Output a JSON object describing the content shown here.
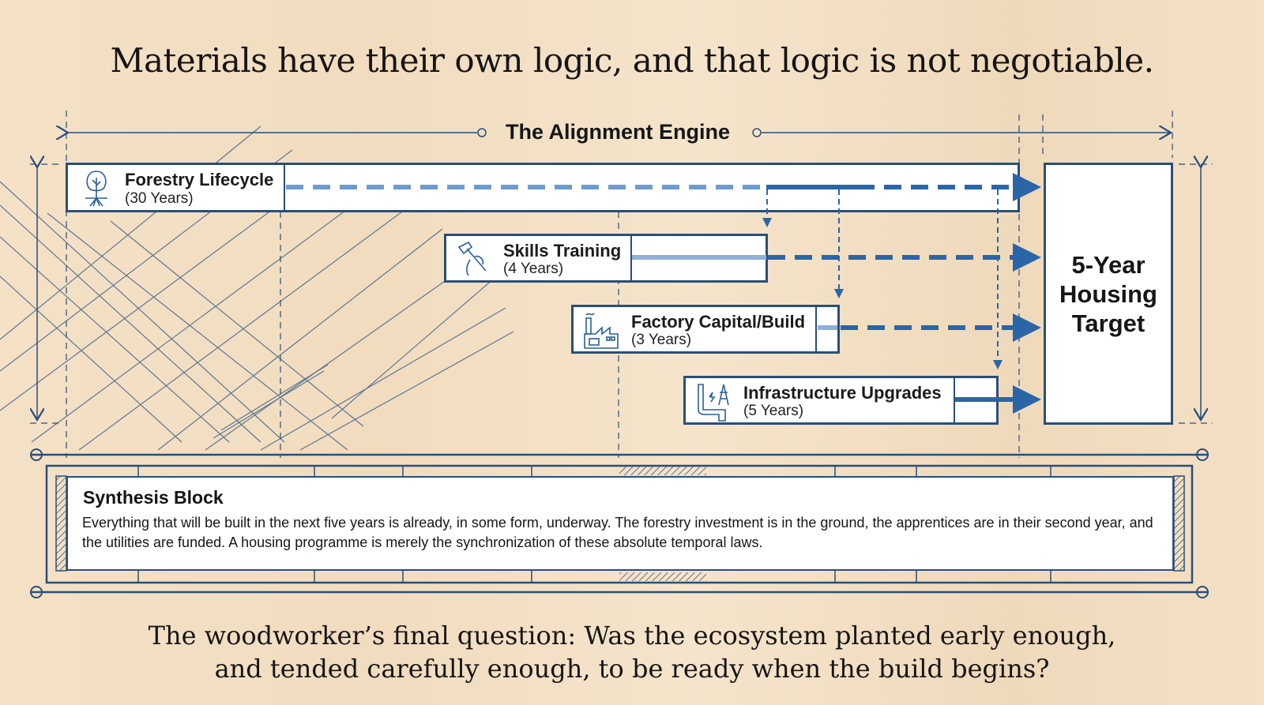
{
  "title": "Materials have their own logic, and that logic is not negotiable.",
  "engine_label": "The Alignment Engine",
  "streams": [
    {
      "name": "Forestry Lifecycle",
      "duration": "(30 Years)",
      "icon": "tree-roots-icon"
    },
    {
      "name": "Skills Training",
      "duration": "(4 Years)",
      "icon": "hand-hammer-icon"
    },
    {
      "name": "Factory Capital/Build",
      "duration": "(3 Years)",
      "icon": "factory-icon"
    },
    {
      "name": "Infrastructure Upgrades",
      "duration": "(5 Years)",
      "icon": "pipe-pylon-icon"
    }
  ],
  "target": "5-Year Housing Target",
  "synthesis": {
    "title": "Synthesis Block",
    "body": "Everything that will be built in the next five years is already, in some form, underway. The forestry investment is in the ground, the apprentices are in their second year, and the utilities are funded. A housing programme is merely the synchronization of these absolute temporal laws."
  },
  "closing": "The woodworker’s final question: Was the ecosystem planted early enough, and tended carefully enough, to be ready when the build begins?",
  "colors": {
    "line": "#2a5f98",
    "frame": "#2a4f78",
    "wood": "#f3dfc4"
  }
}
